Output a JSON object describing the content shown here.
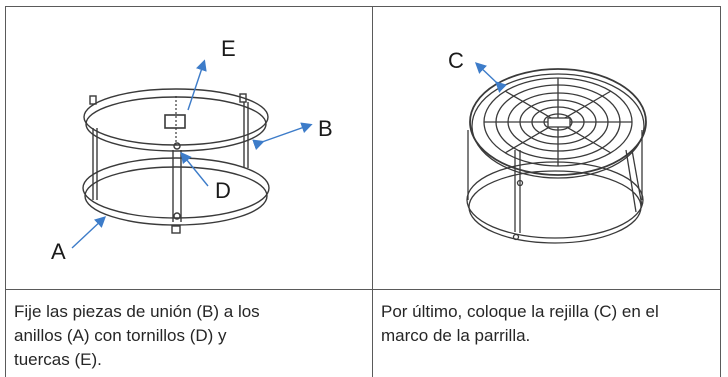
{
  "left_panel": {
    "labels": {
      "a": "A",
      "b": "B",
      "d": "D",
      "e": "E"
    },
    "caption_lines": [
      "Fije las piezas de unión (B) a los",
      "anillos (A) con tornillos (D) y",
      "tuercas (E)."
    ]
  },
  "right_panel": {
    "labels": {
      "c": "C"
    },
    "caption_lines": [
      "Por último, coloque la rejilla (C) en el",
      "marco de la parrilla."
    ]
  },
  "colors": {
    "arrow": "#3d7cc9",
    "drawing": "#3a3a3a",
    "border": "#5a5a5a"
  }
}
